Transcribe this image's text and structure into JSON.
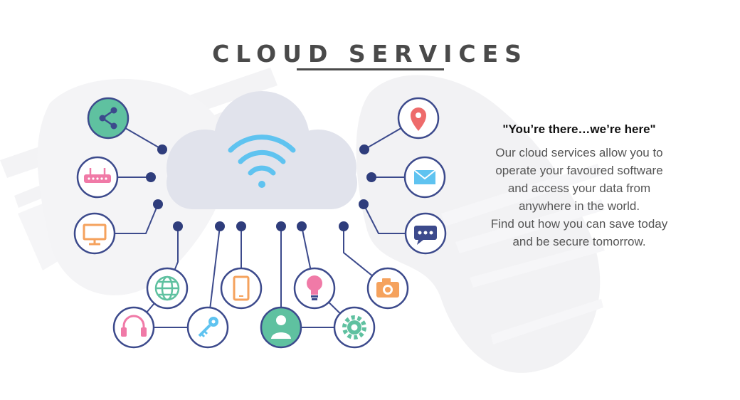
{
  "title": "CLOUD SERVICES",
  "quote": "\"You’re there…we’re here\"",
  "body_paragraphs": [
    "Our cloud services allow you to operate your favoured software and access your data from anywhere in the world.",
    "Find out how you can save today and be secure tomorrow."
  ],
  "colors": {
    "title": "#4a4a4a",
    "node_border": "#3c4a8c",
    "cloud": "#e1e3ec",
    "wifi": "#5fc3f0",
    "accent_green": "#5fc1a0",
    "accent_pink": "#f07aa7",
    "accent_orange": "#f5a25d",
    "accent_blue": "#5fc3f0",
    "accent_red": "#ee6b6b"
  },
  "icons": [
    "share-icon",
    "router-icon",
    "monitor-icon",
    "location-pin-icon",
    "mail-icon",
    "chat-bubble-icon",
    "globe-icon",
    "tablet-icon",
    "lightbulb-icon",
    "camera-icon",
    "headphones-icon",
    "key-icon",
    "user-icon",
    "gear-icon",
    "wifi-icon"
  ]
}
